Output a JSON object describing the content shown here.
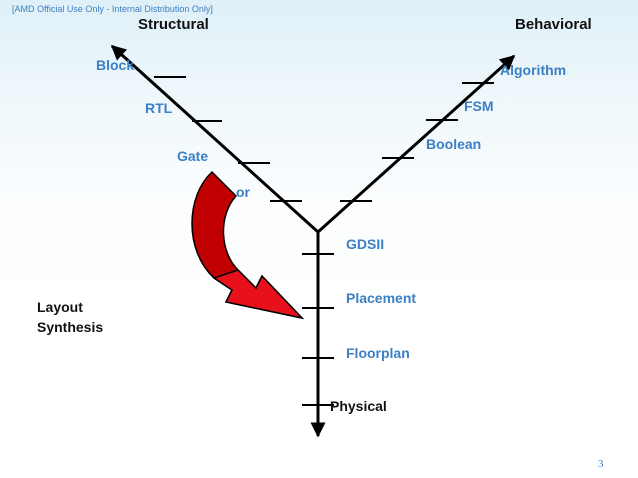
{
  "header": {
    "classification": "[AMD Official Use Only - Internal Distribution Only]"
  },
  "diagram": {
    "axes": {
      "structural": "Structural",
      "behavioral": "Behavioral",
      "physical": "Physical"
    },
    "structural_levels": [
      "Block",
      "RTL",
      "Gate",
      "or"
    ],
    "behavioral_levels": [
      "Algorithm",
      "FSM",
      "Boolean"
    ],
    "physical_levels": [
      "GDSII",
      "Placement",
      "Floorplan"
    ],
    "side_label": {
      "line1": "Layout",
      "line2": "Synthesis"
    },
    "colors": {
      "label_blue": "#3b7fc4",
      "arrow_fill": "#e8101a",
      "arrow_shade": "#c00000",
      "line": "#000000"
    }
  },
  "footer": {
    "page_number": "3"
  }
}
